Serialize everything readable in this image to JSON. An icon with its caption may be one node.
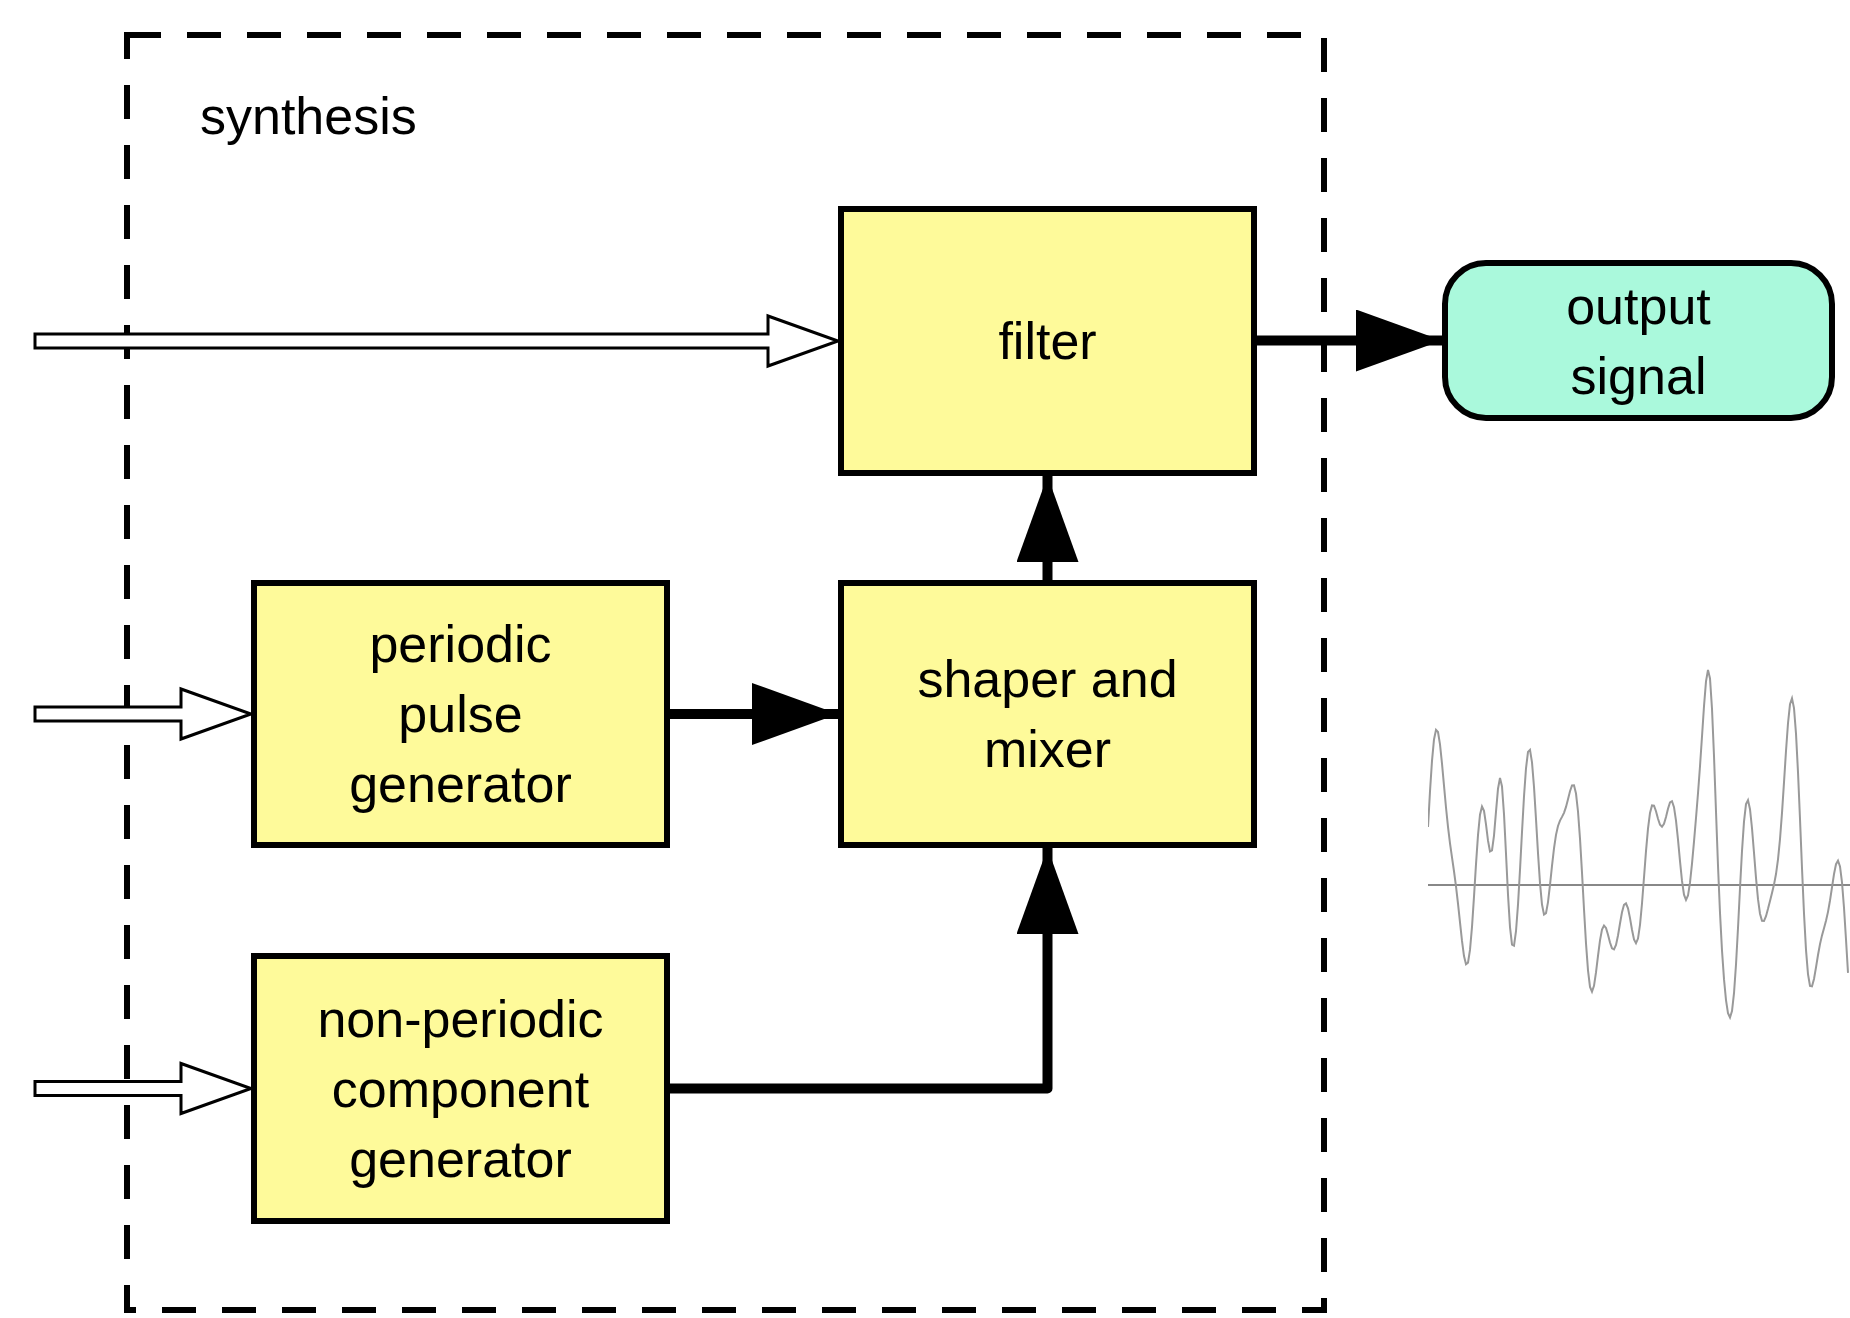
{
  "diagram": {
    "nodes": [
      {
        "text": [
          "synthesis"
        ]
      },
      {
        "text": [
          "filter"
        ],
        "in": 0
      },
      {
        "text": [
          "periodic pulse generator"
        ],
        "in": 0
      },
      {
        "text": [
          "shaper and mixer"
        ],
        "in": 0
      },
      {
        "text": [
          "non-periodic component generator"
        ],
        "in": 0
      },
      {
        "text": [
          "output signal"
        ]
      }
    ],
    "edges": [
      {
        "from": null,
        "to": 1,
        "arrow": "to"
      },
      {
        "from": null,
        "to": 2,
        "arrow": "to"
      },
      {
        "from": null,
        "to": 4,
        "arrow": "to"
      },
      {
        "from": 2,
        "to": 3,
        "arrow": "to"
      },
      {
        "from": 3,
        "to": 1,
        "arrow": "to"
      },
      {
        "from": 4,
        "to": 3,
        "arrow": "to"
      },
      {
        "from": 1,
        "to": 5,
        "arrow": "to"
      }
    ]
  }
}
